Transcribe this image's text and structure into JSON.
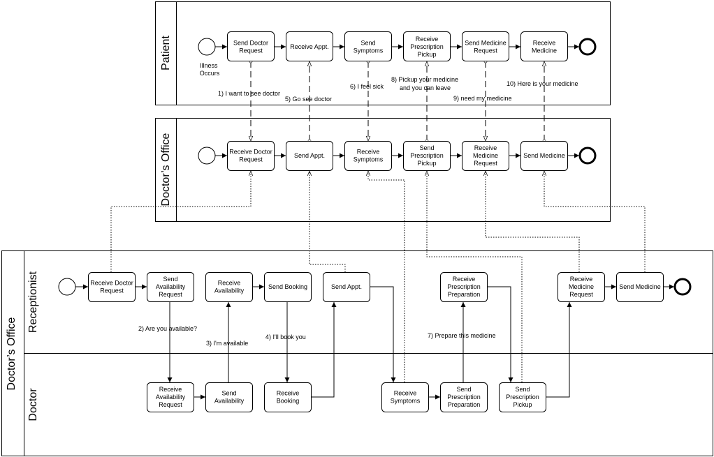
{
  "pools": {
    "patient": "Patient",
    "doctors_office_top": "Doctor’s Office",
    "doctors_office_bottom": "Doctor’s Office"
  },
  "lanes": {
    "receptionist": "Receptionist",
    "doctor": "Doctor"
  },
  "events": {
    "illness_occurs": "Illness Occurs"
  },
  "tasks": {
    "p_send_doctor_request": "Send Doctor Request",
    "p_receive_appt": "Receive Appt.",
    "p_send_symptoms": "Send Symptoms",
    "p_receive_prescription_pickup": "Receive Prescription Pickup",
    "p_send_medicine_request": "Send Medicine Request",
    "p_receive_medicine": "Receive Medicine",
    "o_receive_doctor_request": "Receive Doctor Request",
    "o_send_appt": "Send Appt.",
    "o_receive_symptoms": "Receive Symptoms",
    "o_send_prescription_pickup": "Send Prescription Pickup",
    "o_receive_medicine_request": "Receive Medicine Request",
    "o_send_medicine": "Send Medicine",
    "r_receive_doctor_request": "Receive Doctor Request",
    "r_send_availability_request": "Send Availability Request",
    "r_receive_availability": "Receive Availability",
    "r_send_booking": "Send Booking",
    "r_send_appt": "Send Appt.",
    "r_receive_prescription_preparation": "Receive Prescription Preparation",
    "r_receive_medicine_request": "Receive Medicine Request",
    "r_send_medicine": "Send Medicine",
    "d_receive_availability_request": "Receive Availability Request",
    "d_send_availability": "Send Availability",
    "d_receive_booking": "Receive Booking",
    "d_receive_symptoms": "Receive Symptoms",
    "d_send_prescription_preparation": "Send Prescription Preparation",
    "d_send_prescription_pickup": "Send Prescription Pickup"
  },
  "messages": {
    "m1": "1) I want to see doctor",
    "m2": "2) Are you available?",
    "m3": "3) I'm available",
    "m4": "4) I'll book you",
    "m5": "5) Go see doctor",
    "m6": "6) I feel sick",
    "m7": "7) Prepare this medicine",
    "m8_line1": "8) Pickup your medicine",
    "m8_line2": "and you can leave",
    "m9": "9)  need my medicine",
    "m10": "10) Here is your medicine"
  }
}
